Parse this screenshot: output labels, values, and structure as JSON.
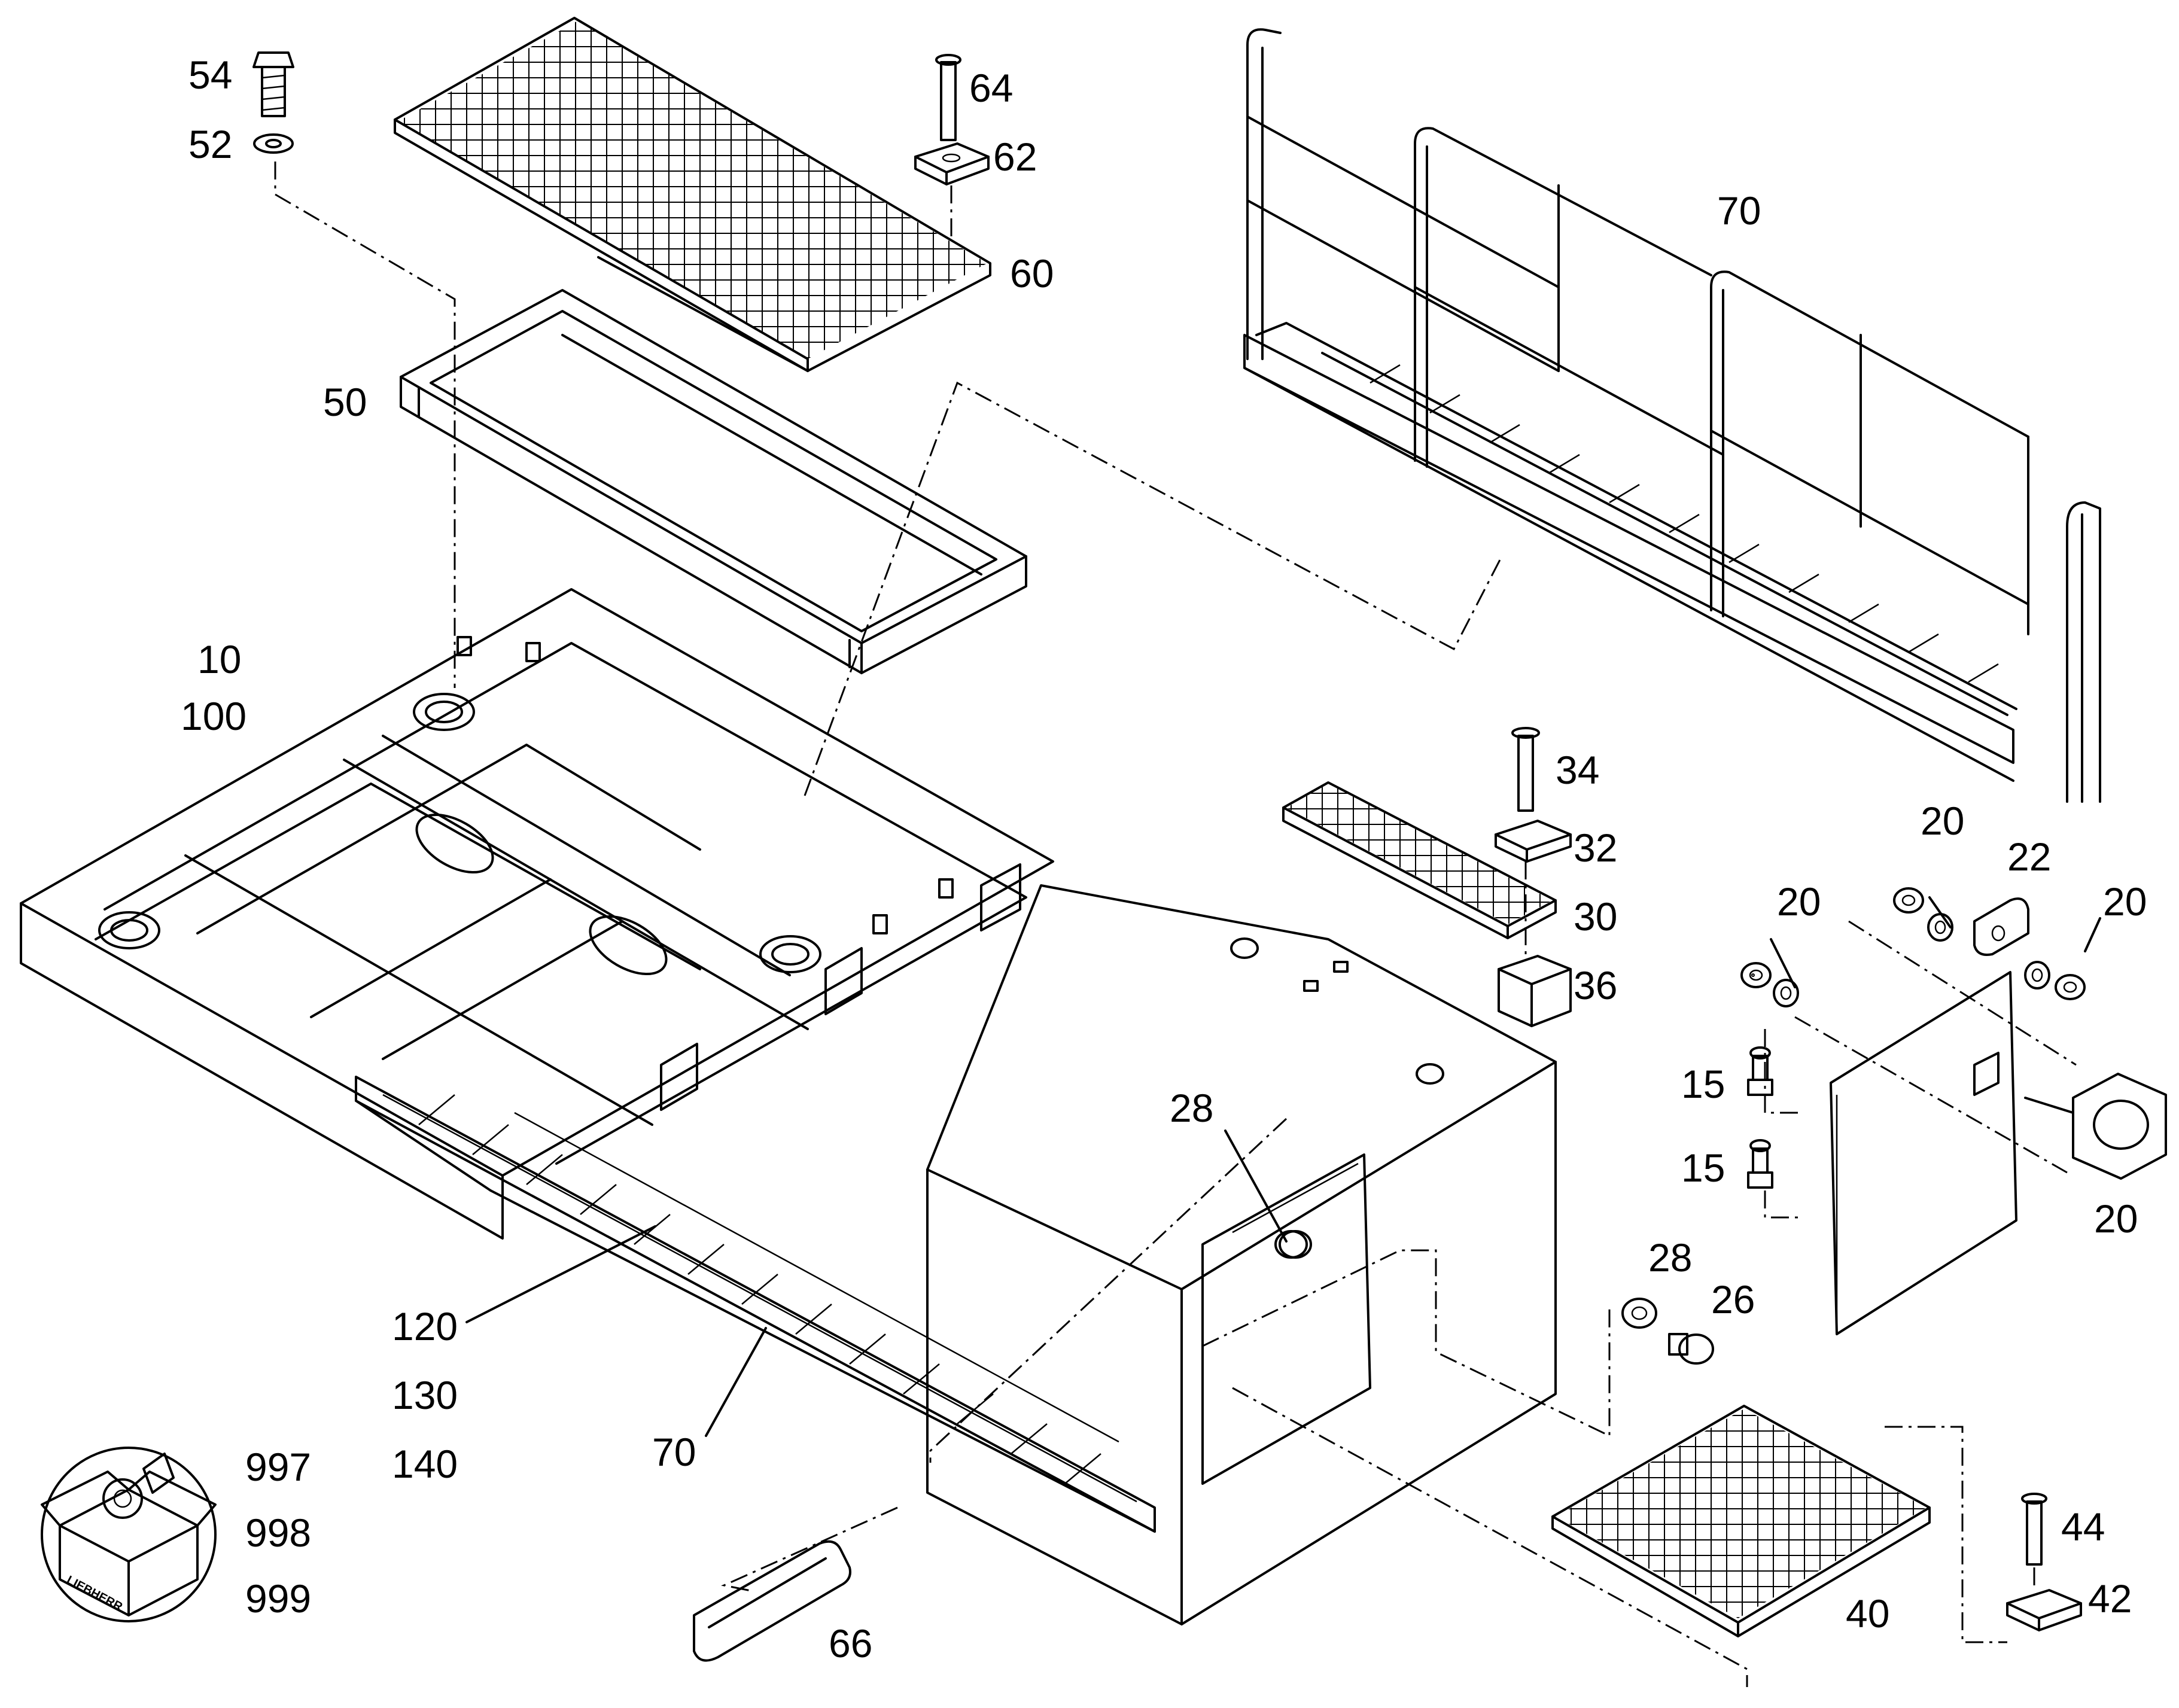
{
  "diagram": {
    "callouts": {
      "c54": "54",
      "c52": "52",
      "c64": "64",
      "c62": "62",
      "c60": "60",
      "c50": "50",
      "c10": "10",
      "c100": "100",
      "c70_top": "70",
      "c34": "34",
      "c32": "32",
      "c30": "30",
      "c36": "36",
      "c20_a": "20",
      "c20_b": "20",
      "c20_c": "20",
      "c20_d": "20",
      "c22": "22",
      "c15_a": "15",
      "c15_b": "15",
      "c28_a": "28",
      "c28_b": "28",
      "c26": "26",
      "c120": "120",
      "c130": "130",
      "c140": "140",
      "c70_bottom": "70",
      "c997": "997",
      "c998": "998",
      "c999": "999",
      "c66": "66",
      "c40": "40",
      "c44": "44",
      "c42": "42"
    },
    "parts_kit_icon": "parts-box-icon"
  }
}
